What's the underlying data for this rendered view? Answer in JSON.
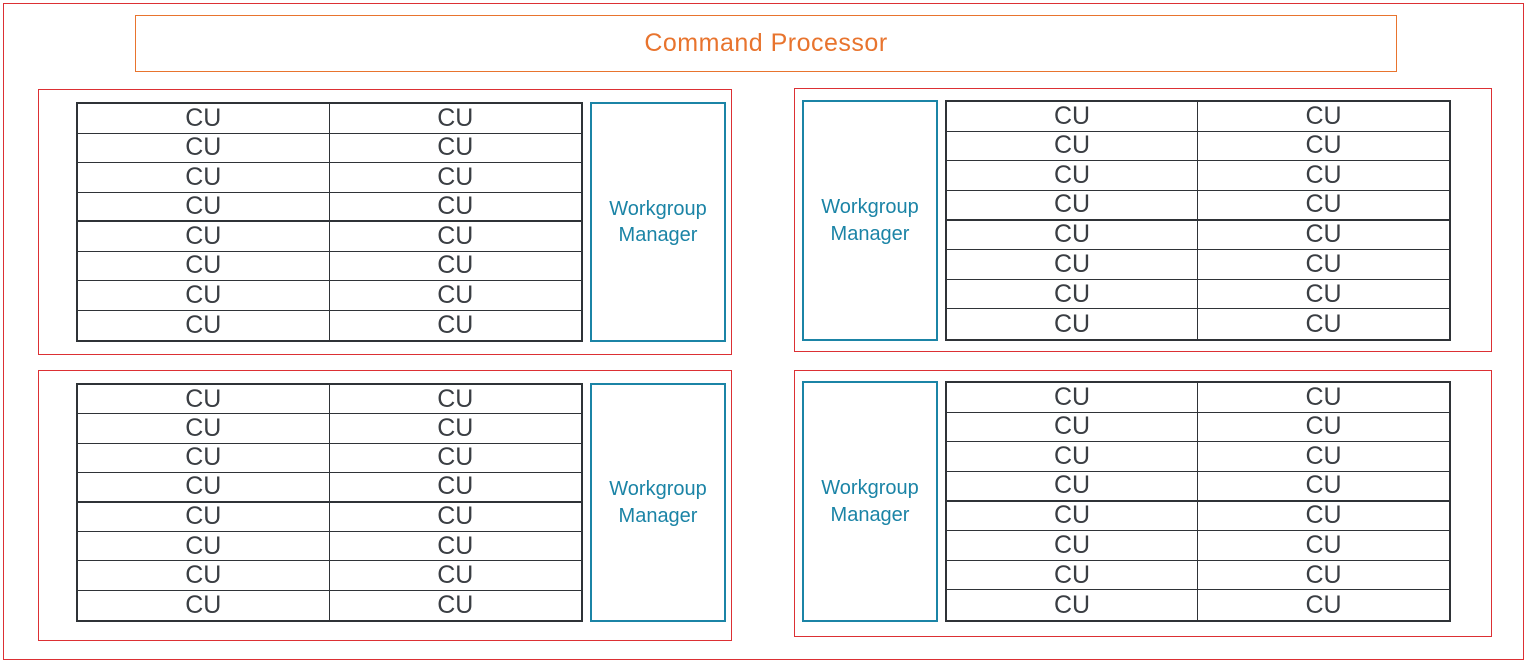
{
  "diagram": {
    "command_processor_label": "Command Processor",
    "cu_label": "CU",
    "workgroup_manager": {
      "label": "Workgroup Manager",
      "line1": "Workgroup",
      "line2": "Manager"
    },
    "colors": {
      "frame_red": "#DC3034",
      "processor_orange": "#E8742E",
      "manager_teal": "#1B84A6",
      "cell_border": "#2F3337",
      "cu_text": "#3A3E43"
    },
    "quadrants": [
      {
        "id": "top-left",
        "manager_position": "right",
        "cu_rows": 8,
        "cu_columns": 2,
        "cu_count": 16
      },
      {
        "id": "top-right",
        "manager_position": "left",
        "cu_rows": 8,
        "cu_columns": 2,
        "cu_count": 16
      },
      {
        "id": "bottom-left",
        "manager_position": "right",
        "cu_rows": 8,
        "cu_columns": 2,
        "cu_count": 16
      },
      {
        "id": "bottom-right",
        "manager_position": "left",
        "cu_rows": 8,
        "cu_columns": 2,
        "cu_count": 16
      }
    ]
  }
}
